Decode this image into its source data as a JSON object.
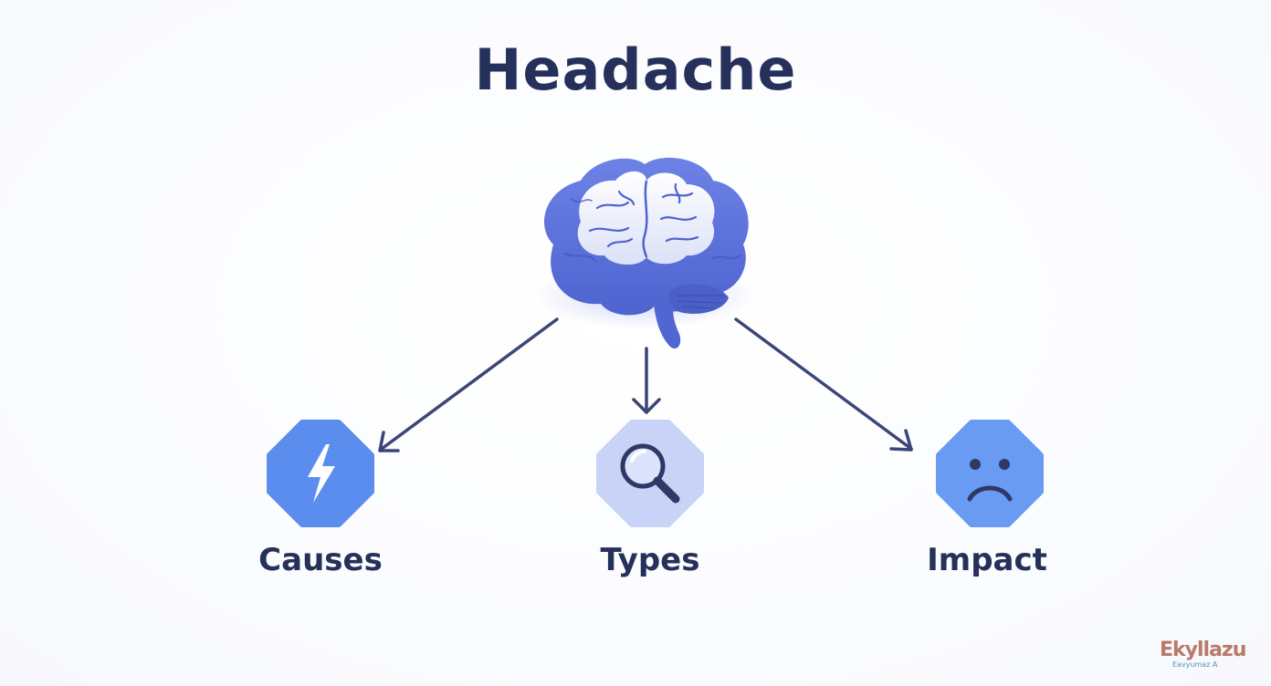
{
  "diagram": {
    "title": "Headache",
    "center_icon": "brain-icon",
    "nodes": [
      {
        "label": "Causes",
        "icon": "lightning-bolt-icon",
        "color": "#5b8def"
      },
      {
        "label": "Types",
        "icon": "magnifying-glass-icon",
        "color": "#c9d3f7"
      },
      {
        "label": "Impact",
        "icon": "sad-face-icon",
        "color": "#6a9bf2"
      }
    ],
    "arrow_color": "#3b4578",
    "title_color": "#25315a"
  },
  "watermark": {
    "text": "Ekyllazu",
    "subtext": "Eavyumaz A"
  }
}
